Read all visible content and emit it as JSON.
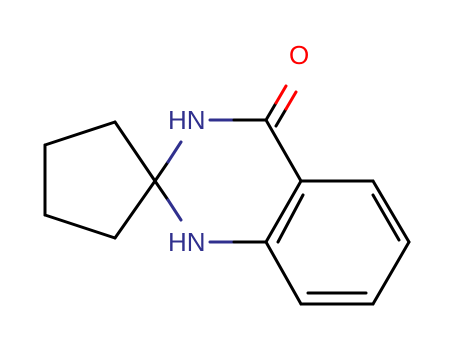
{
  "molecule": {
    "atoms": {
      "oxygen": "O",
      "amide_nh": "HN",
      "amine_nh": "HN"
    },
    "colors": {
      "bond": "#000000",
      "nitrogen": "#30308e",
      "oxygen": "#ff0000"
    }
  }
}
